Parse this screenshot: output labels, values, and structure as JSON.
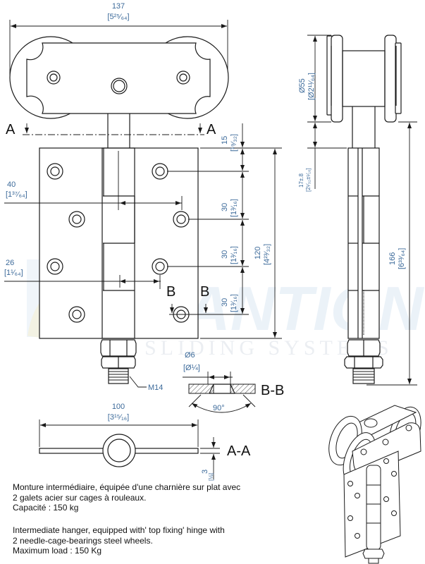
{
  "watermark": {
    "brand": "MANTION",
    "tagline": "SLIDING SYSTEMS"
  },
  "front_view": {
    "overall_width": {
      "mm": "137",
      "inch": "[5²⁵⁄₆₄]"
    },
    "section_marker_a": "A",
    "section_marker_b": "B",
    "hole_offset_upper": {
      "mm": "40",
      "inch": "[1³⁷⁄₆₄]"
    },
    "hole_offset_lower": {
      "mm": "26",
      "inch": "[1¹⁄₆₄]"
    },
    "stem_gap": {
      "mm": "15",
      "inch": "[¹⁹⁄₃₂]"
    },
    "hole_spacing_1": {
      "mm": "30",
      "inch": "[1³⁄₁₆]"
    },
    "hole_spacing_2": {
      "mm": "30",
      "inch": "[1³⁄₁₆]"
    },
    "hole_spacing_3": {
      "mm": "30",
      "inch": "[1³⁄₁₆]"
    },
    "plate_height": {
      "mm": "120",
      "inch": "[4²³⁄₃₂]"
    },
    "thread_label": "M14"
  },
  "side_view": {
    "wheel_diameter": {
      "mm": "Ø55",
      "inch": "[Ø2¹¹⁄₆₄]"
    },
    "wheel_to_plate": {
      "mm": "17±.8",
      "inch": "[2¹⁄₃₂±¹⁄₁₆]"
    },
    "overall_height": {
      "mm": "166",
      "inch": "[6³³⁄₆₄]"
    }
  },
  "section_bb": {
    "title": "B-B",
    "hole_diameter": {
      "mm": "Ø6",
      "inch": "[Ø¼]"
    },
    "countersink_angle": "90°"
  },
  "section_aa": {
    "title": "A-A",
    "width": {
      "mm": "100",
      "inch": "[3¹⁵⁄₁₆]"
    },
    "thickness": {
      "mm": "3",
      "inch": "[⅛]"
    }
  },
  "description": {
    "fr": [
      "Monture intermédiaire, équipée d'une charnière sur plat avec",
      "2 galets acier sur cages à rouleaux.",
      "Capacité : 150 kg"
    ],
    "en": [
      "Intermediate hanger, equipped with' top fixing' hinge with",
      "2 needle-cage-bearings steel wheels.",
      "Maximum load : 150 Kg"
    ]
  }
}
